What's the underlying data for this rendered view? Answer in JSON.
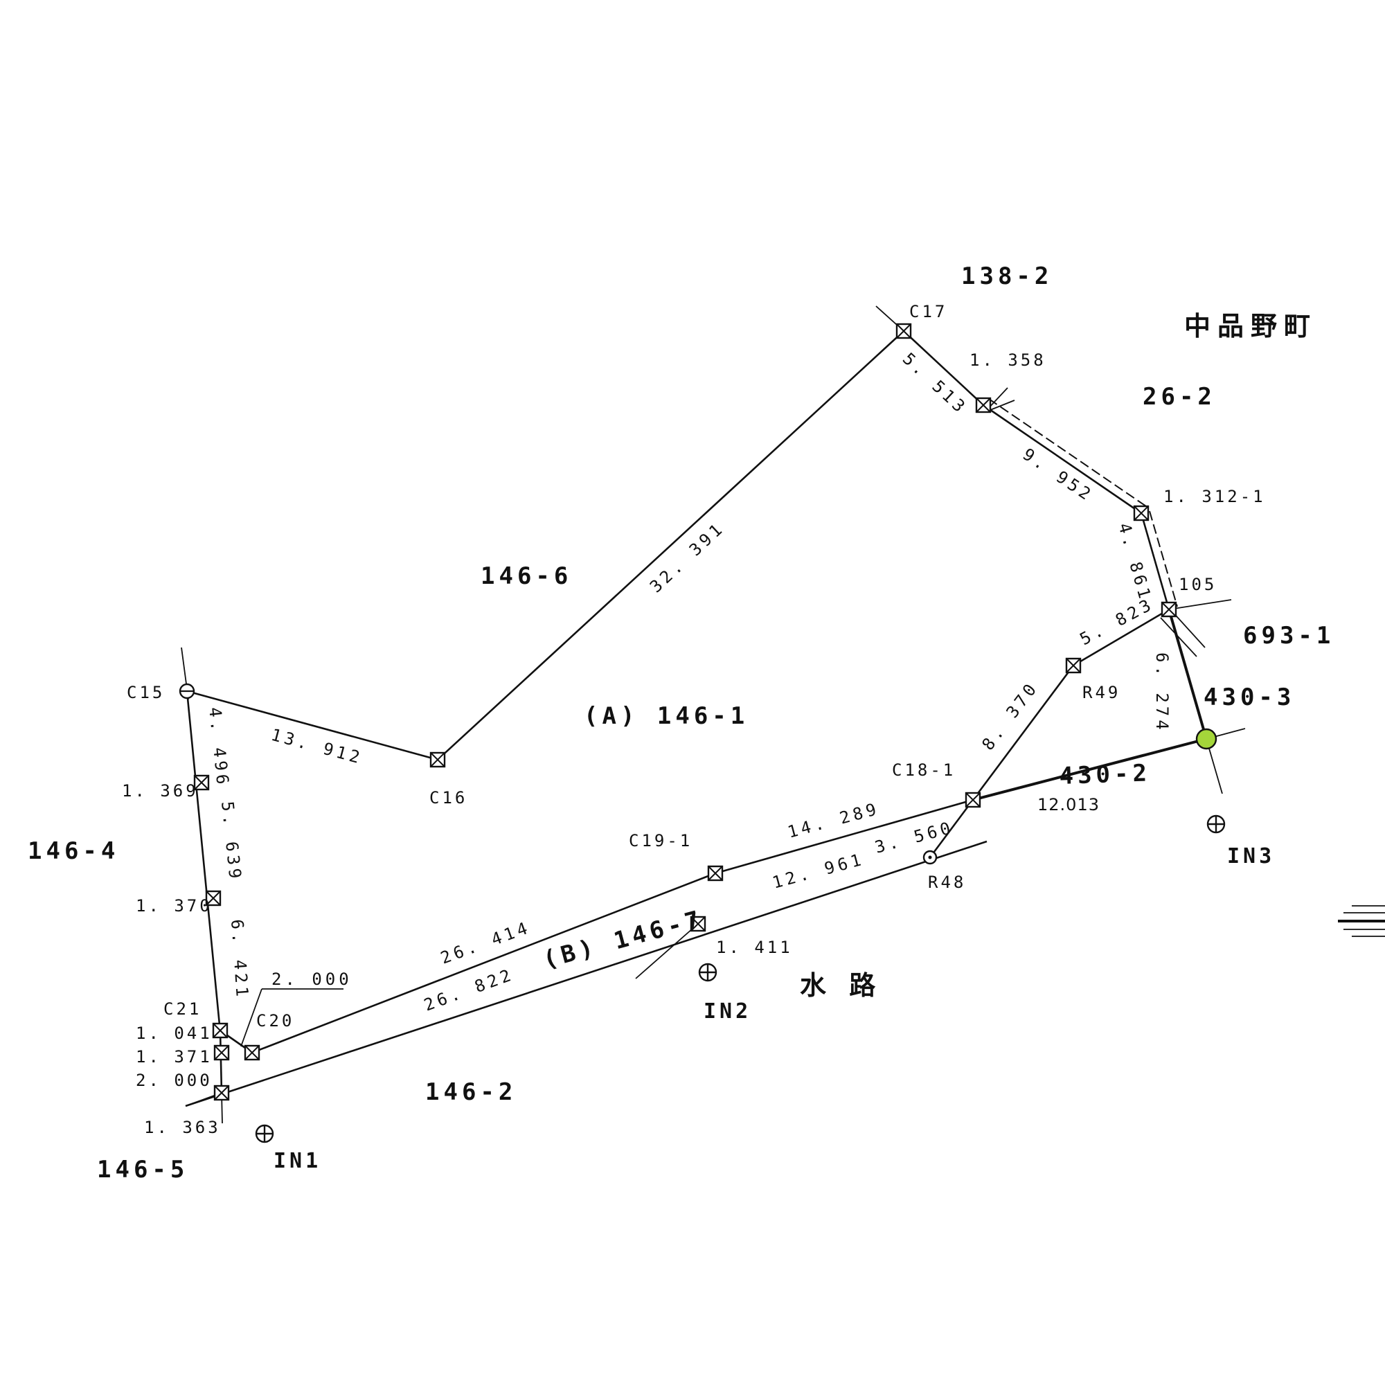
{
  "parcels": {
    "p138_2": "138-2",
    "p26_2": "26-2",
    "town": "中品野町",
    "p146_6": "146-6",
    "p693_1": "693-1",
    "p430_3": "430-3",
    "p430_2": "430-2",
    "a146_1": "(A) 146-1",
    "p146_4": "146-4",
    "b146_7": "(B) 146-7",
    "waterway": "水 路",
    "p146_2": "146-2",
    "p146_5": "146-5"
  },
  "points": {
    "c15": "C15",
    "c16": "C16",
    "c17": "C17",
    "c18_1": "C18-1",
    "c19_1": "C19-1",
    "c20": "C20",
    "c21": "C21",
    "r48": "R48",
    "r49": "R49",
    "p105": "105",
    "i1358": "1. 358",
    "i1312_1": "1. 312-1",
    "i1369": "1. 369",
    "i1370": "1. 370",
    "i1041": "1. 041",
    "i1371": "1. 371",
    "i2000": "2. 000",
    "i1363": "1. 363",
    "i1411": "1. 411"
  },
  "benchmarks": {
    "in1": "IN1",
    "in2": "IN2",
    "in3": "IN3"
  },
  "distances": {
    "d32_391": "32. 391",
    "d5_513": "5. 513",
    "d9_952": "9. 952",
    "d4_861": "4. 861",
    "d5_823": "5. 823",
    "d6_274": "6. 274",
    "d8_370": "8. 370",
    "d13_912": "13. 912",
    "d4_496": "4. 496",
    "d5_639": "5. 639",
    "d6_421": "6. 421",
    "d2_000": "2. 000",
    "d26_414": "26. 414",
    "d26_822": "26. 822",
    "d14_289": "14. 289",
    "d12_961": "12. 961",
    "d3_560": "3. 560",
    "d12_013": "12.013"
  },
  "colors": {
    "highlight_point": "#a4d63a"
  }
}
